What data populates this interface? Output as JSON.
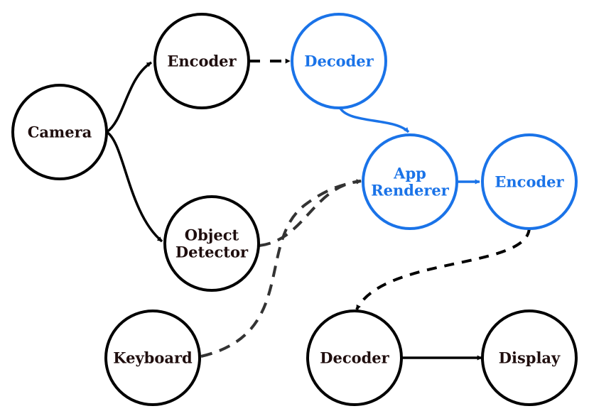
{
  "colors": {
    "black": "#000000",
    "blue": "#1a73e8",
    "label_dark": "#1f0e0e",
    "dashed_gray": "#333333"
  },
  "nodes": {
    "camera": {
      "lines": [
        "Camera"
      ],
      "color": "black"
    },
    "encoder_1": {
      "lines": [
        "Encoder"
      ],
      "color": "black"
    },
    "decoder_remote": {
      "lines": [
        "Decoder"
      ],
      "color": "blue"
    },
    "app_renderer": {
      "lines": [
        "App",
        "Renderer"
      ],
      "color": "blue"
    },
    "encoder_remote": {
      "lines": [
        "Encoder"
      ],
      "color": "blue"
    },
    "object_detector": {
      "lines": [
        "Object",
        "Detector"
      ],
      "color": "black"
    },
    "keyboard": {
      "lines": [
        "Keyboard"
      ],
      "color": "black"
    },
    "decoder_local": {
      "lines": [
        "Decoder"
      ],
      "color": "black"
    },
    "display": {
      "lines": [
        "Display"
      ],
      "color": "black"
    }
  },
  "edges": [
    {
      "from": "camera",
      "to": "encoder_1",
      "style": "solid",
      "color": "black"
    },
    {
      "from": "camera",
      "to": "object_detector",
      "style": "solid",
      "color": "black"
    },
    {
      "from": "encoder_1",
      "to": "decoder_remote",
      "style": "dashed",
      "color": "black"
    },
    {
      "from": "decoder_remote",
      "to": "app_renderer",
      "style": "solid",
      "color": "blue"
    },
    {
      "from": "object_detector",
      "to": "app_renderer",
      "style": "dashed",
      "color": "dashed_gray"
    },
    {
      "from": "keyboard",
      "to": "app_renderer",
      "style": "dashed",
      "color": "dashed_gray"
    },
    {
      "from": "app_renderer",
      "to": "encoder_remote",
      "style": "solid",
      "color": "blue"
    },
    {
      "from": "encoder_remote",
      "to": "decoder_local",
      "style": "dashed",
      "color": "black"
    },
    {
      "from": "decoder_local",
      "to": "display",
      "style": "solid",
      "color": "black"
    }
  ]
}
